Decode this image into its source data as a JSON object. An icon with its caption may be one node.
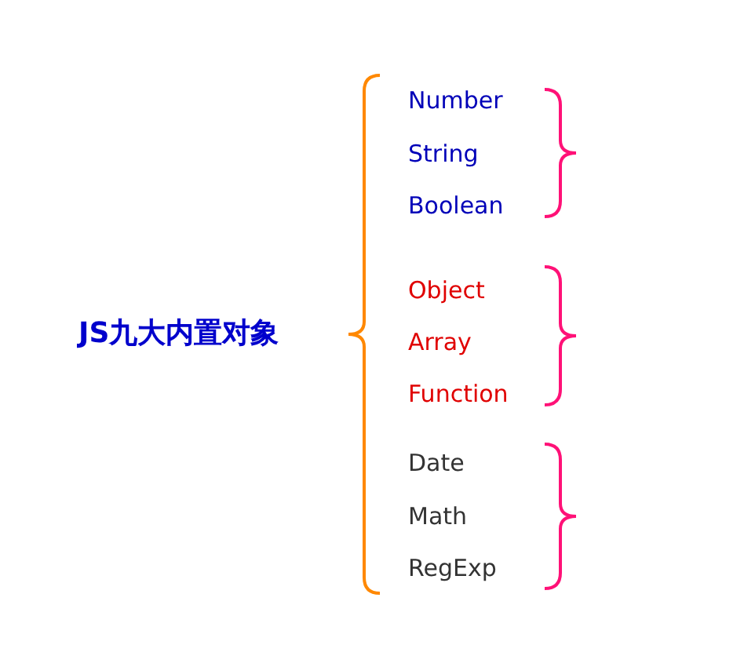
{
  "diagram": {
    "labels": [
      "JS九大内置对象",
      "Number",
      "String",
      "Boolean",
      "Object",
      "Array",
      "Function",
      "Date",
      "Math",
      "RegExp"
    ]
  }
}
